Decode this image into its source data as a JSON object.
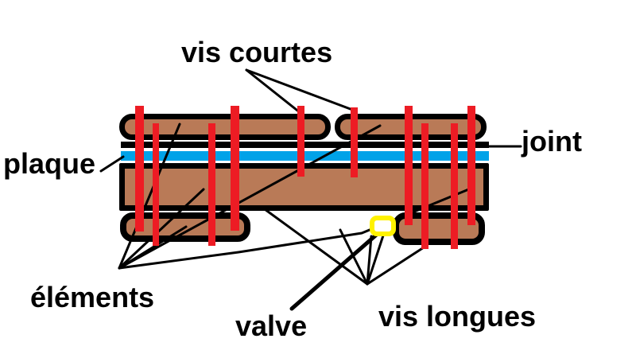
{
  "labels": {
    "vis_courtes": "vis courtes",
    "plaque": "plaque",
    "joint": "joint",
    "elements": "éléments",
    "valve": "valve",
    "vis_longues": "vis longues"
  },
  "colors": {
    "wood": "#B97A57",
    "blue": "#00A2E8",
    "red": "#ED1C24",
    "yellow": "#FFF200",
    "line": "#000000",
    "background": "#FFFFFF"
  }
}
